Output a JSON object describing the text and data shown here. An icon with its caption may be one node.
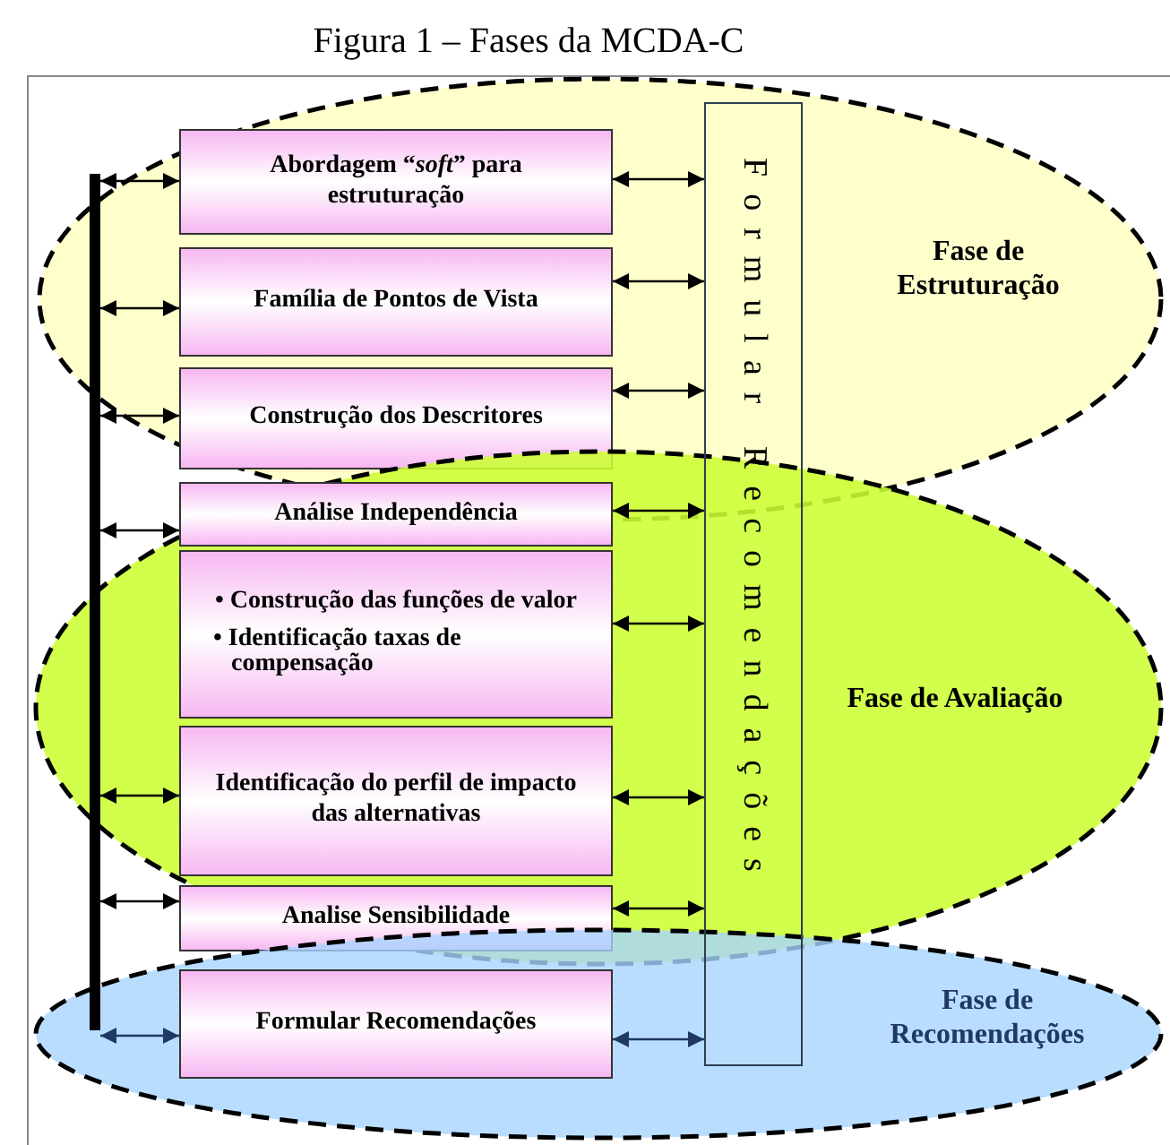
{
  "diagram": {
    "title": "Figura 1 – Fases da MCDA-C",
    "nodes": [
      {
        "text": [
          "Fase de Estruturação"
        ]
      },
      {
        "text": [
          "Fase de Avaliação"
        ]
      },
      {
        "text": [
          "Fase de Recomendações"
        ]
      },
      {
        "text": [],
        "shape": "bar"
      },
      {
        "text": [
          "Abordagem “*soft*” para estruturação"
        ],
        "in": 0
      },
      {
        "text": [
          "Família de Pontos de Vista"
        ],
        "in": 0
      },
      {
        "text": [
          "Construção dos Descritores"
        ],
        "in": 0
      },
      {
        "text": [
          "Análise Independência"
        ],
        "in": 1
      },
      {
        "text": [
          "• Construção das funções de valor",
          "• Identificação taxas de compensação"
        ],
        "in": 1
      },
      {
        "text": [
          "Identificação do perfil de impacto das alternativas"
        ],
        "in": 1
      },
      {
        "text": [
          "Analise Sensibilidade"
        ],
        "in": 1
      },
      {
        "text": [
          "Formular Recomendações"
        ],
        "in": 2
      },
      {
        "text": [
          "Formular Recomendações"
        ]
      }
    ],
    "edges": [
      {
        "from": 3,
        "to": 4,
        "arrow": "both"
      },
      {
        "from": 4,
        "to": 12,
        "arrow": "both"
      },
      {
        "from": 3,
        "to": 5,
        "arrow": "both"
      },
      {
        "from": 5,
        "to": 12,
        "arrow": "both"
      },
      {
        "from": 3,
        "to": 6,
        "arrow": "both"
      },
      {
        "from": 6,
        "to": 12,
        "arrow": "both"
      },
      {
        "from": 3,
        "to": 7,
        "arrow": "both"
      },
      {
        "from": 7,
        "to": 12,
        "arrow": "both"
      },
      {
        "from": 8,
        "to": 12,
        "arrow": "both"
      },
      {
        "from": 3,
        "to": 9,
        "arrow": "both"
      },
      {
        "from": 9,
        "to": 12,
        "arrow": "both"
      },
      {
        "from": 3,
        "to": 10,
        "arrow": "both"
      },
      {
        "from": 10,
        "to": 12,
        "arrow": "both"
      },
      {
        "from": 3,
        "to": 11,
        "arrow": "both",
        "color": "#1f3864"
      },
      {
        "from": 11,
        "to": 12,
        "arrow": "both",
        "color": "#1f3864"
      }
    ]
  }
}
